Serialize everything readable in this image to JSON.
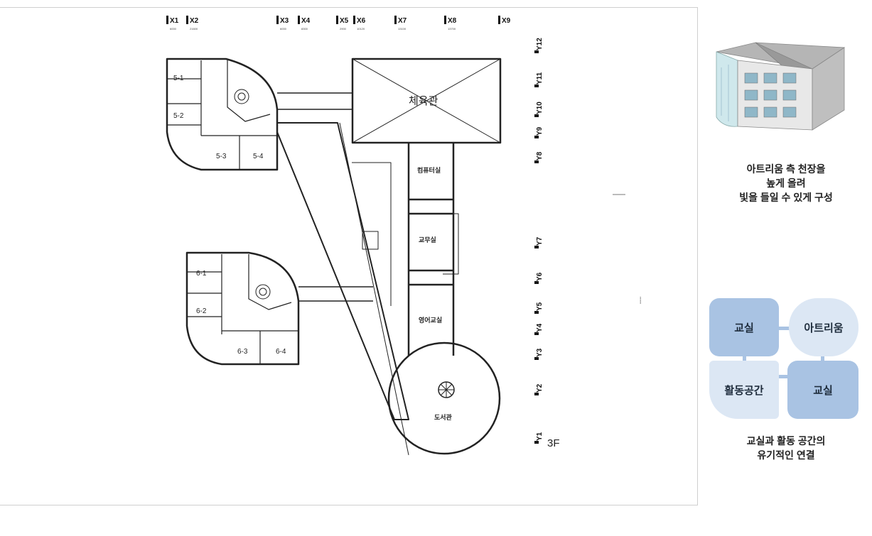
{
  "plan": {
    "grid_x": [
      {
        "label": "X1",
        "dim": "6000"
      },
      {
        "label": "X2",
        "dim": "21600"
      },
      {
        "label": "X3",
        "dim": "6000"
      },
      {
        "label": "X4",
        "dim": "8300"
      },
      {
        "label": "X5",
        "dim": "2900"
      },
      {
        "label": "X6",
        "dim": "10120"
      },
      {
        "label": "X7",
        "dim": "13100"
      },
      {
        "label": "X8",
        "dim": "13700"
      },
      {
        "label": "X9",
        "dim": ""
      }
    ],
    "grid_y": [
      "Y12",
      "Y11",
      "Y10",
      "Y9",
      "Y8",
      "Y7",
      "Y6",
      "Y5",
      "Y4",
      "Y3",
      "Y2",
      "Y1"
    ],
    "rooms": {
      "r51": "5-1",
      "r52": "5-2",
      "r53": "5-3",
      "r54": "5-4",
      "r61": "6-1",
      "r62": "6-2",
      "r63": "6-3",
      "r64": "6-4",
      "gym": "체육관",
      "computer": "컴퓨터실",
      "staff": "교무실",
      "english": "영어교실",
      "library": "도서관"
    },
    "floor_label": "3F"
  },
  "atrium": {
    "caption_lines": [
      "아트리움 측 천장을",
      "높게 올려",
      "빛을 들일 수 있게 구성"
    ]
  },
  "concept": {
    "blobs": [
      "교실",
      "아트리움",
      "활동공간",
      "교실"
    ],
    "caption_lines": [
      "교실과 활동 공간의",
      "유기적인 연결"
    ],
    "colors": {
      "blue": "#a9c3e3",
      "pale": "#dce7f4"
    }
  }
}
